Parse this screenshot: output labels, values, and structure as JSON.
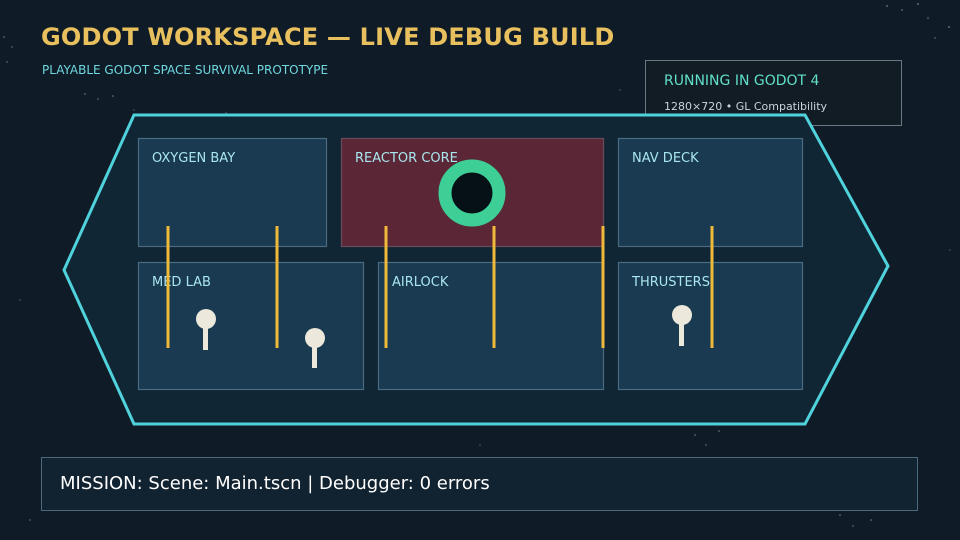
{
  "header": {
    "title": "GODOT WORKSPACE — LIVE DEBUG BUILD",
    "subtitle": "PLAYABLE GODOT SPACE SURVIVAL PROTOTYPE"
  },
  "status_panel": {
    "title": "RUNNING IN GODOT 4",
    "detail": "1280×720 • GL Compatibility"
  },
  "rooms": {
    "oxygen_bay": "OXYGEN BAY",
    "reactor_core": "REACTOR CORE",
    "nav_deck": "NAV DECK",
    "med_lab": "MED LAB",
    "airlock": "AIRLOCK",
    "thrusters": "THRUSTERS"
  },
  "footer": {
    "mission": "MISSION: Scene: Main.tscn  |  Debugger: 0 errors"
  },
  "colors": {
    "background": "#0f1b26",
    "hull_outline": "#4fd2dc",
    "room_fill": "#193a50",
    "reactor_fill": "#5b2736",
    "laser_barrier": "#f0b93a",
    "reactor_ring": "#3ecf97",
    "title": "#e8c05e"
  },
  "icons": [
    "crew-member-icon",
    "reactor-ring-icon",
    "laser-barrier-icon",
    "star-icon"
  ]
}
